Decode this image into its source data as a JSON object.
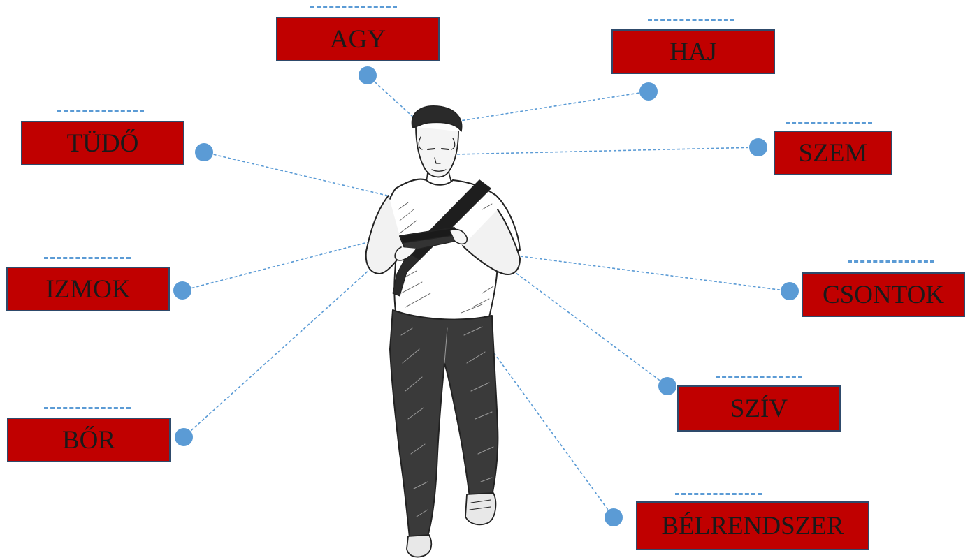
{
  "colors": {
    "box_fill": "#c00000",
    "box_border": "#2e4a6b",
    "dot": "#5b9bd5",
    "connector": "#5b9bd5",
    "sketch": "#222222"
  },
  "figure": {
    "icon": "walking-man-sketch-icon"
  },
  "labels": {
    "agy": "AGY",
    "haj": "HAJ",
    "tudo": "TÜDŐ",
    "szem": "SZEM",
    "izmok": "IZMOK",
    "csontok": "CSONTOK",
    "bor": "BŐR",
    "sziv": "SZÍV",
    "belrendszer": "BÉLRENDSZER"
  }
}
